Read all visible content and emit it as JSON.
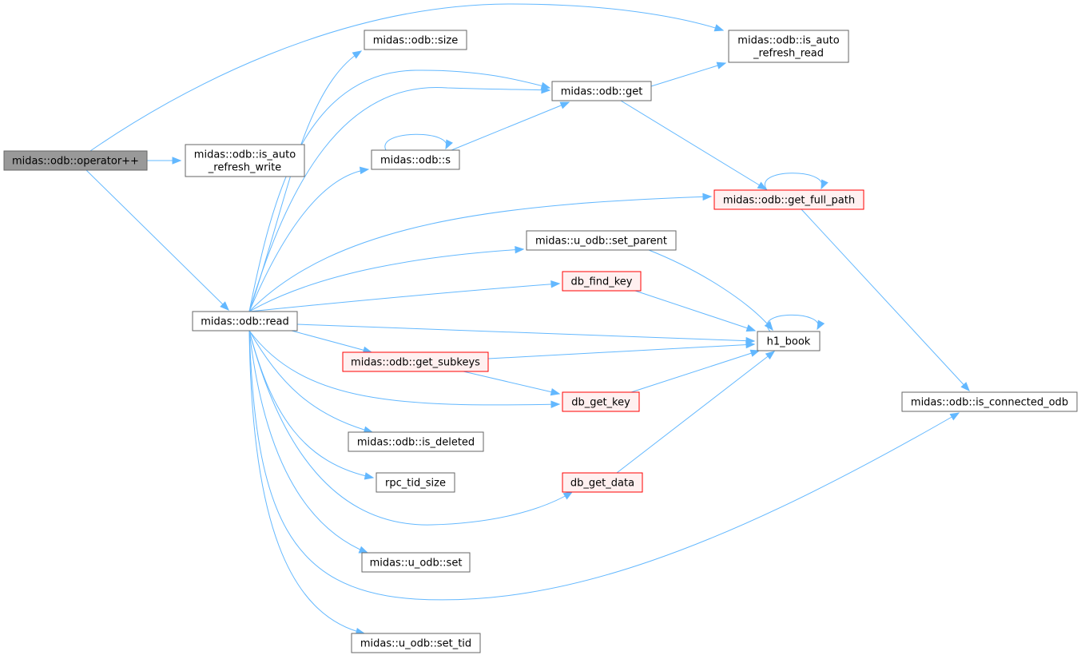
{
  "edge_color": "#63b8ff",
  "nodes": [
    {
      "id": "operator_pp",
      "lines": [
        "midas::odb::operator++"
      ],
      "style": "focus"
    },
    {
      "id": "is_auto_refresh_write",
      "lines": [
        "midas::odb::is_auto",
        "_refresh_write"
      ],
      "style": "normal"
    },
    {
      "id": "read",
      "lines": [
        "midas::odb::read"
      ],
      "style": "normal"
    },
    {
      "id": "size",
      "lines": [
        "midas::odb::size"
      ],
      "style": "normal"
    },
    {
      "id": "get",
      "lines": [
        "midas::odb::get"
      ],
      "style": "normal"
    },
    {
      "id": "s",
      "lines": [
        "midas::odb::s"
      ],
      "style": "normal"
    },
    {
      "id": "is_auto_refresh_read",
      "lines": [
        "midas::odb::is_auto",
        "_refresh_read"
      ],
      "style": "normal"
    },
    {
      "id": "get_full_path",
      "lines": [
        "midas::odb::get_full_path"
      ],
      "style": "truncated"
    },
    {
      "id": "set_parent",
      "lines": [
        "midas::u_odb::set_parent"
      ],
      "style": "normal"
    },
    {
      "id": "db_find_key",
      "lines": [
        "db_find_key"
      ],
      "style": "truncated"
    },
    {
      "id": "h1_book",
      "lines": [
        "h1_book"
      ],
      "style": "normal"
    },
    {
      "id": "get_subkeys",
      "lines": [
        "midas::odb::get_subkeys"
      ],
      "style": "truncated"
    },
    {
      "id": "db_get_key",
      "lines": [
        "db_get_key"
      ],
      "style": "truncated"
    },
    {
      "id": "is_connected_odb",
      "lines": [
        "midas::odb::is_connected_odb"
      ],
      "style": "normal"
    },
    {
      "id": "is_deleted",
      "lines": [
        "midas::odb::is_deleted"
      ],
      "style": "normal"
    },
    {
      "id": "rpc_tid_size",
      "lines": [
        "rpc_tid_size"
      ],
      "style": "normal"
    },
    {
      "id": "db_get_data",
      "lines": [
        "db_get_data"
      ],
      "style": "truncated"
    },
    {
      "id": "u_set",
      "lines": [
        "midas::u_odb::set"
      ],
      "style": "normal"
    },
    {
      "id": "set_tid",
      "lines": [
        "midas::u_odb::set_tid"
      ],
      "style": "normal"
    }
  ],
  "edges": [
    {
      "from": "operator_pp",
      "to": "is_auto_refresh_read"
    },
    {
      "from": "operator_pp",
      "to": "is_auto_refresh_write"
    },
    {
      "from": "operator_pp",
      "to": "read"
    },
    {
      "from": "read",
      "to": "size"
    },
    {
      "from": "read",
      "to": "get"
    },
    {
      "from": "read",
      "to": "get"
    },
    {
      "from": "read",
      "to": "s"
    },
    {
      "from": "read",
      "to": "get_full_path"
    },
    {
      "from": "read",
      "to": "set_parent"
    },
    {
      "from": "read",
      "to": "db_find_key"
    },
    {
      "from": "read",
      "to": "h1_book"
    },
    {
      "from": "read",
      "to": "get_subkeys"
    },
    {
      "from": "read",
      "to": "db_get_key"
    },
    {
      "from": "read",
      "to": "is_deleted"
    },
    {
      "from": "read",
      "to": "rpc_tid_size"
    },
    {
      "from": "read",
      "to": "db_get_data"
    },
    {
      "from": "read",
      "to": "u_set"
    },
    {
      "from": "read",
      "to": "is_connected_odb"
    },
    {
      "from": "read",
      "to": "set_tid"
    },
    {
      "from": "get",
      "to": "is_auto_refresh_read"
    },
    {
      "from": "get",
      "to": "get_full_path"
    },
    {
      "from": "s",
      "to": "s"
    },
    {
      "from": "s",
      "to": "get"
    },
    {
      "from": "get_full_path",
      "to": "get_full_path"
    },
    {
      "from": "get_full_path",
      "to": "is_connected_odb"
    },
    {
      "from": "set_parent",
      "to": "h1_book"
    },
    {
      "from": "db_find_key",
      "to": "h1_book"
    },
    {
      "from": "h1_book",
      "to": "h1_book"
    },
    {
      "from": "get_subkeys",
      "to": "h1_book"
    },
    {
      "from": "get_subkeys",
      "to": "db_get_key"
    },
    {
      "from": "db_get_key",
      "to": "h1_book"
    },
    {
      "from": "db_get_data",
      "to": "h1_book"
    }
  ]
}
